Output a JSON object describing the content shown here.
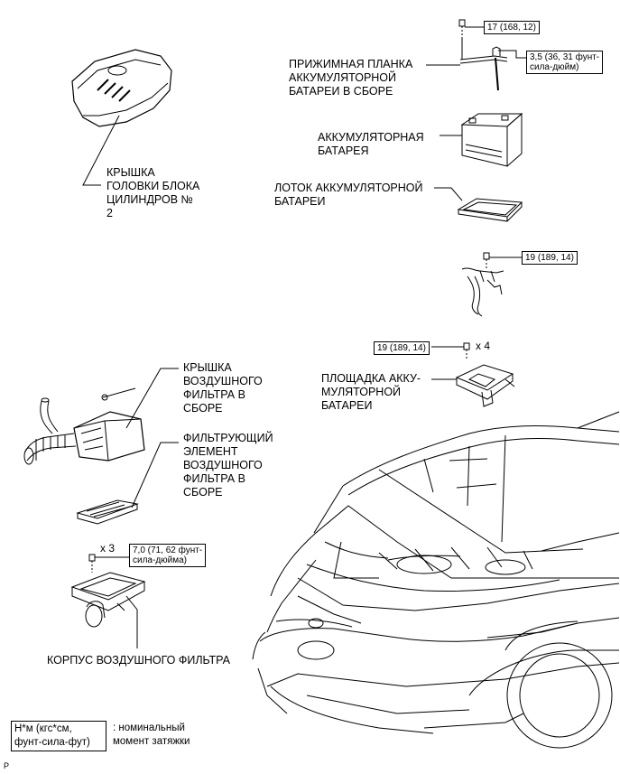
{
  "labels": {
    "cylinder_head_cover": "КРЫШКА\nГОЛОВКИ БЛОКА\nЦИЛИНДРОВ №\n2",
    "battery_clamp": "ПРИЖИМНАЯ ПЛАНКА\nАККУМУЛЯТОРНОЙ\nБАТАРЕИ В СБОРЕ",
    "battery": "АККУМУЛЯТОРНАЯ\nБАТАРЕЯ",
    "battery_tray": "ЛОТОК АККУМУЛЯТОРНОЙ\nБАТАРЕИ",
    "battery_carrier": "ПЛОЩАДКА АККУ-\nМУЛЯТОРНОЙ\nБАТАРЕИ",
    "air_cleaner_cap": "КРЫШКА\nВОЗДУШНОГО\nФИЛЬТРА В\nСБОРЕ",
    "air_filter_element": "ФИЛЬТРУЮЩИЙ\nЭЛЕМЕНТ\nВОЗДУШНОГО\nФИЛЬТРА В\nСБОРЕ",
    "air_cleaner_case": "КОРПУС ВОЗДУШНОГО ФИЛЬТРА"
  },
  "torques": {
    "clamp_bolt": "17 (168, 12)",
    "clamp_nut": "3,5 (36, 31 фунт-\nсила-дюйм)",
    "bracket_bolt": "19 (189, 14)",
    "carrier_bolts": "19 (189, 14)",
    "case_bolts": "7,0 (71, 62 фунт-\nсила-дюйма)"
  },
  "multipliers": {
    "carrier": "x 4",
    "case": "x 3"
  },
  "legend": {
    "box": "Н*м (кгс*см,\nфунт-сила-фут)",
    "text": ": номинальный\nмомент затяжки"
  },
  "figure_code": "P"
}
